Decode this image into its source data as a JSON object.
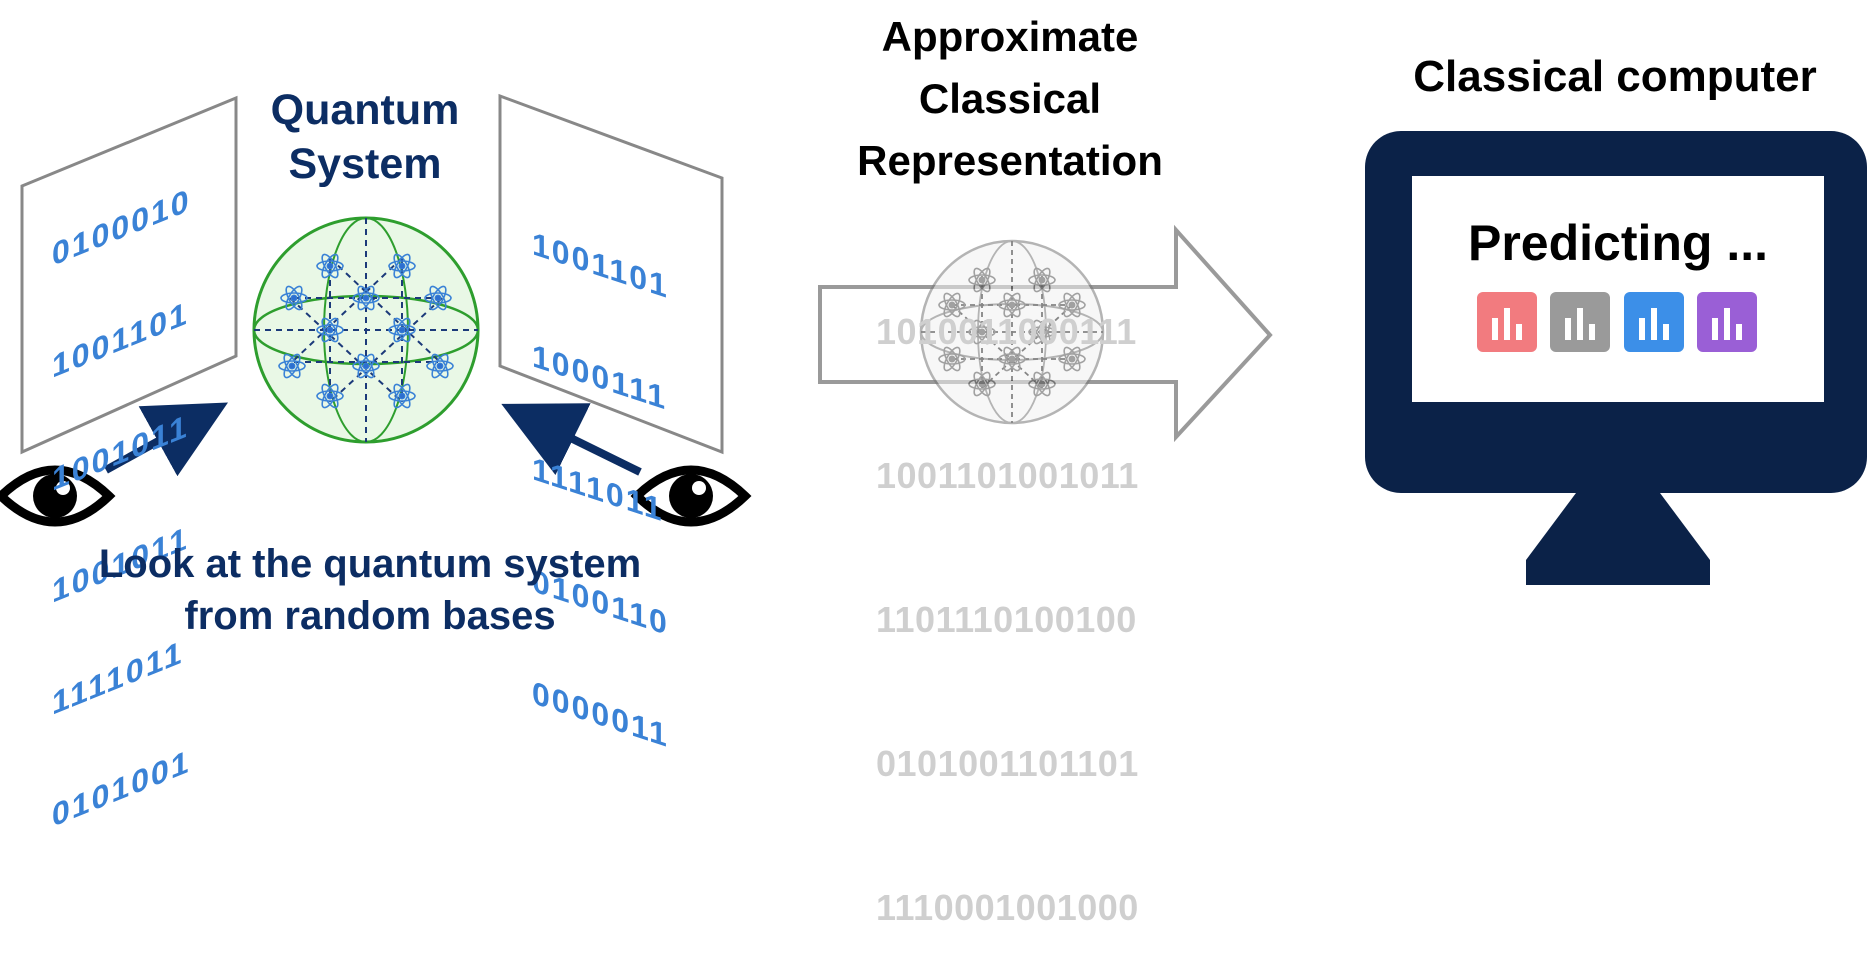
{
  "quantum_system": {
    "title_line1": "Quantum",
    "title_line2": "System"
  },
  "left_screen": {
    "bits": [
      "0100010",
      "1001101",
      "1001011",
      "1001011",
      "1111011",
      "0101001"
    ]
  },
  "right_screen": {
    "bits": [
      "1001101",
      "1000111",
      "1111011",
      "0100110",
      "0000011"
    ]
  },
  "look_caption": {
    "line1": "Look at the quantum system",
    "line2": "from random bases"
  },
  "approx": {
    "title_line1": "Approximate",
    "title_line2": "Classical",
    "title_line3": "Representation",
    "bits": [
      "1010011000111",
      "1001101001011",
      "1101110100100",
      "0101001101101",
      "1110001001000"
    ]
  },
  "computer": {
    "title": "Classical computer",
    "screen_text": "Predicting ...",
    "chart_icons": [
      "bar-chart-icon-red",
      "bar-chart-icon-gray",
      "bar-chart-icon-blue",
      "bar-chart-icon-purple"
    ]
  },
  "colors": {
    "navy": "#0c2d63",
    "monitor": "#0b2248",
    "sphere_green": "#2e9e2e",
    "bits_blue": "#3a82d6",
    "icon_red": "#f27b7f",
    "icon_gray": "#9a9a9a",
    "icon_blue": "#3c8fe8",
    "icon_purple": "#9a5fd6"
  }
}
